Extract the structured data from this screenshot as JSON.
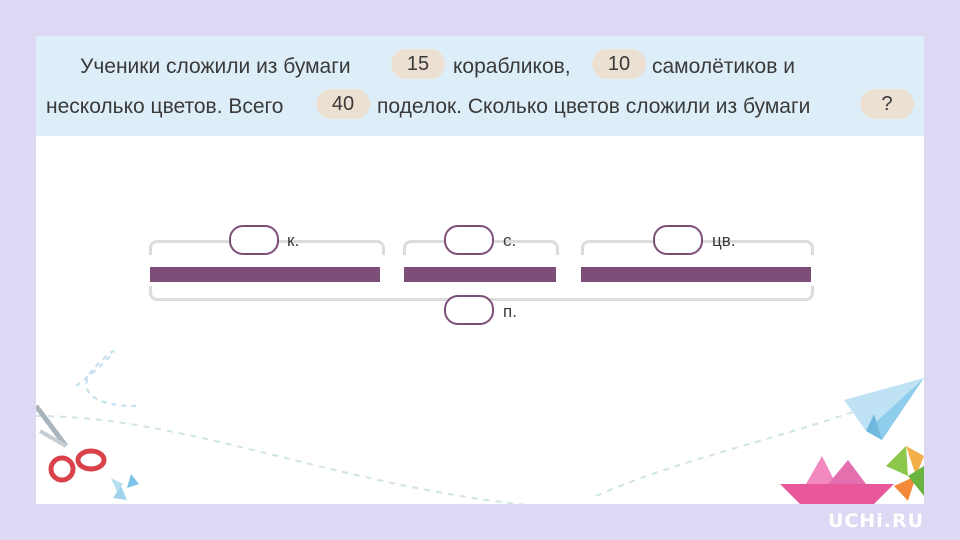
{
  "task": {
    "line1": {
      "part1": "Ученики сложили из бумаги",
      "value1": "15",
      "part2": "корабликов,",
      "value2": "10",
      "part3": "самолётиков и"
    },
    "line2": {
      "part1": "несколько цветов. Всего",
      "value1": "40",
      "part2": "поделок. Сколько цветов сложили из бумаги",
      "value2": "?"
    }
  },
  "diagram": {
    "labels": {
      "ships": "к.",
      "planes": "с.",
      "flowers": "цв.",
      "total": "п."
    }
  },
  "brand": {
    "logo": "UCHi.RU"
  },
  "colors": {
    "background": "#ddd8f3",
    "task_band": "#ddeef8",
    "pill": "#ece0d2",
    "bar": "#7d4e78",
    "brace": "#dcdcdc"
  }
}
